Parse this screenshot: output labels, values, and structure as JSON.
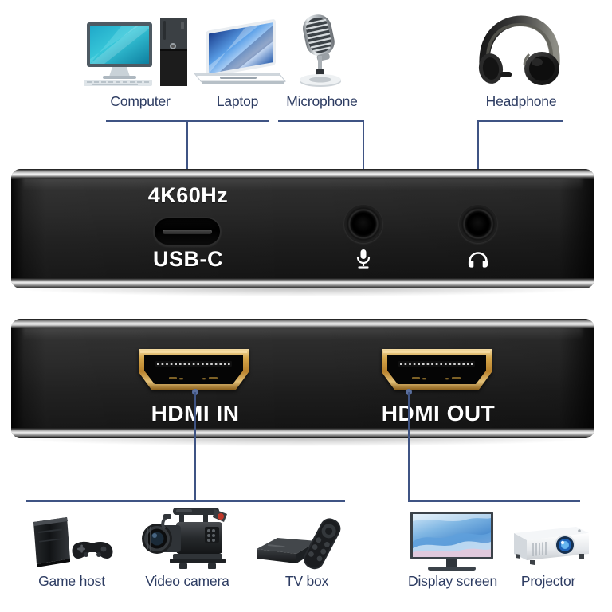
{
  "page": {
    "title": "HDMI Video Capture Card Connection Diagram",
    "background": "#ffffff",
    "line_color": "#3f5484",
    "label_color": "#2d3c62",
    "device_color": "#1a1a1a",
    "port_gold": "#d9a441"
  },
  "top_sources": [
    {
      "label": "Computer",
      "icon": "desktop-computer-icon"
    },
    {
      "label": "Laptop",
      "icon": "laptop-icon"
    },
    {
      "label": "Microphone",
      "icon": "microphone-icon"
    },
    {
      "label": "Headphone",
      "icon": "headphone-icon"
    }
  ],
  "front_panel": {
    "spec_label": "4K60Hz",
    "usbc_label": "USB-C",
    "mic_icon": "microphone-glyph-icon",
    "headphone_icon": "headphone-glyph-icon",
    "ports": [
      {
        "name": "usb-c-port",
        "label": "USB-C"
      },
      {
        "name": "microphone-jack",
        "label": ""
      },
      {
        "name": "headphone-jack",
        "label": ""
      }
    ]
  },
  "back_panel": {
    "hdmi_in_label": "HDMI IN",
    "hdmi_out_label": "HDMI OUT",
    "ports": [
      {
        "name": "hdmi-in-port",
        "label": "HDMI IN"
      },
      {
        "name": "hdmi-out-port",
        "label": "HDMI OUT"
      }
    ]
  },
  "bottom_sources": [
    {
      "label": "Game host",
      "icon": "game-console-icon"
    },
    {
      "label": "Video camera",
      "icon": "video-camera-icon"
    },
    {
      "label": "TV box",
      "icon": "tv-box-icon"
    },
    {
      "label": "Display screen",
      "icon": "monitor-icon"
    },
    {
      "label": "Projector",
      "icon": "projector-icon"
    }
  ]
}
